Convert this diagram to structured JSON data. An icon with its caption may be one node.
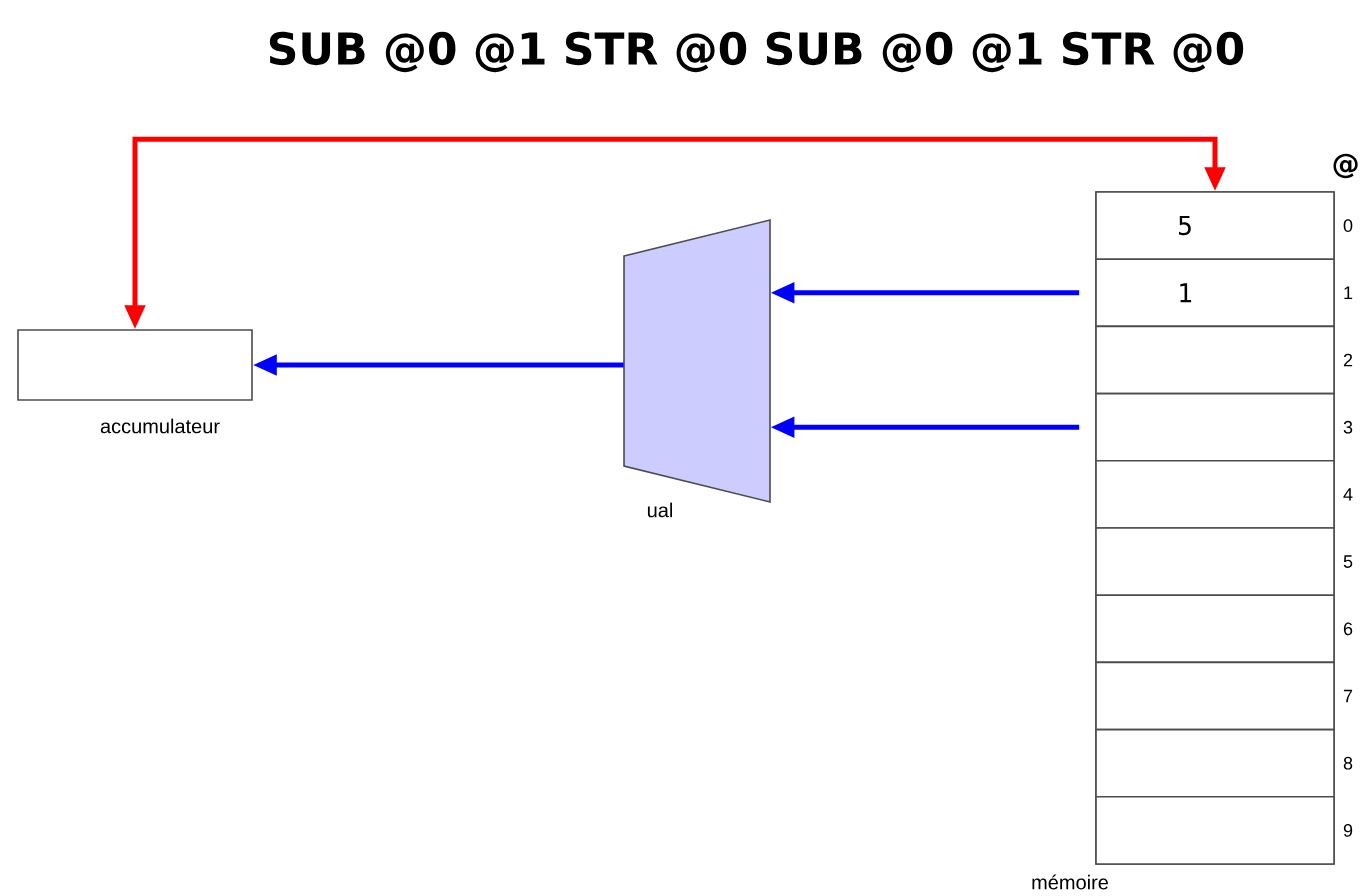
{
  "diagram": {
    "title": "SUB @0 @1 STR @0 SUB @0 @1 STR @0",
    "nodes": [
      {
        "text": [],
        "beside": [
          "accumulateur"
        ],
        "shape": "box"
      },
      {
        "text": [],
        "beside": [
          "ual"
        ],
        "shape": "trapezoid"
      },
      {
        "text": [],
        "beside": [
          "mémoire"
        ],
        "shape": "box"
      },
      {
        "text": [
          "5"
        ],
        "in": 2,
        "beside": [
          "0"
        ]
      },
      {
        "text": [
          "1"
        ],
        "in": 2,
        "beside": [
          "1"
        ]
      },
      {
        "text": [],
        "shape": "box",
        "in": 2,
        "beside": [
          "2"
        ]
      },
      {
        "text": [],
        "shape": "box",
        "in": 2,
        "beside": [
          "3"
        ]
      },
      {
        "text": [],
        "shape": "box",
        "in": 2,
        "beside": [
          "4"
        ]
      },
      {
        "text": [],
        "shape": "box",
        "in": 2,
        "beside": [
          "5"
        ]
      },
      {
        "text": [],
        "shape": "box",
        "in": 2,
        "beside": [
          "6"
        ]
      },
      {
        "text": [],
        "shape": "box",
        "in": 2,
        "beside": [
          "7"
        ]
      },
      {
        "text": [],
        "shape": "box",
        "in": 2,
        "beside": [
          "8"
        ]
      },
      {
        "text": [],
        "shape": "box",
        "in": 2,
        "beside": [
          "9"
        ]
      }
    ],
    "edges": [
      {
        "from": 0,
        "to": 3,
        "arrow": "both",
        "color": "#ff0000"
      },
      {
        "from": 4,
        "to": 1,
        "arrow": "to"
      },
      {
        "from": 6,
        "to": 1,
        "arrow": "to"
      },
      {
        "from": 1,
        "to": 0,
        "arrow": "to"
      }
    ],
    "labels": [
      "@"
    ]
  }
}
